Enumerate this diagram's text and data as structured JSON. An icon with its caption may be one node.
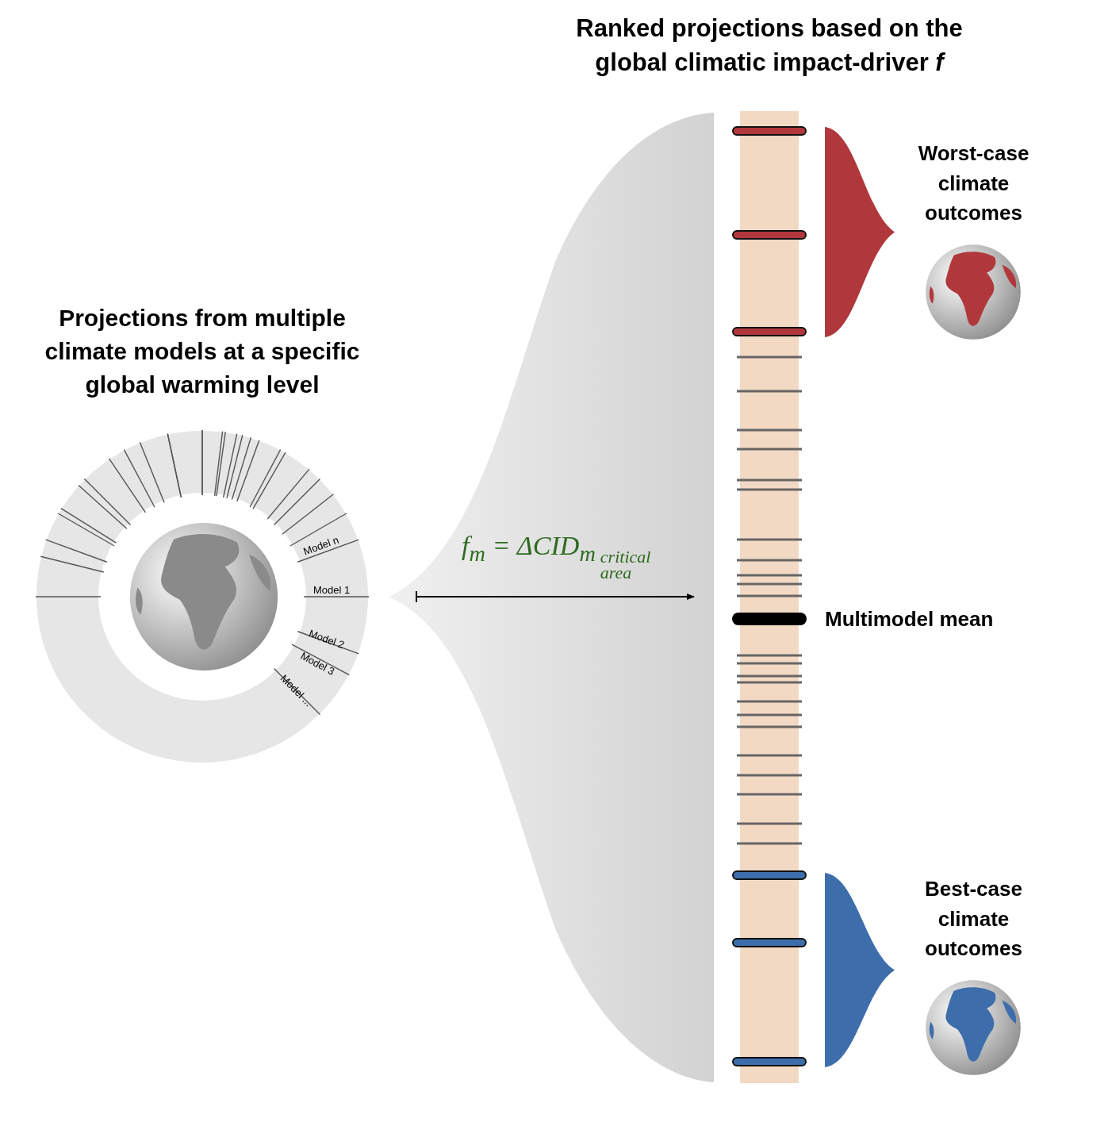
{
  "diagram": {
    "nodes": [
      {
        "text": [
          "Projections from multiple climate models at a specific global warming level"
        ]
      },
      {
        "text": [],
        "shape": "bar"
      },
      {
        "text": [
          "Worst-case climate outcomes"
        ]
      },
      {
        "text": [
          "Best-case climate outcomes"
        ]
      },
      {
        "text": [],
        "shape": "bracket"
      },
      {
        "text": [],
        "shape": "bracket"
      }
    ],
    "edges": [
      {
        "from": 0,
        "to": 1,
        "arrow": "to",
        "label": "f$_{m}$ = ΔCID$_{m}$$_{critical area}$"
      }
    ],
    "labels": [
      "Ranked projections based on the global climatic impact-driver *f*",
      "Model n",
      "Model 1",
      "Model 2",
      "Model 3",
      "Model ...",
      "Multimodel mean"
    ]
  }
}
